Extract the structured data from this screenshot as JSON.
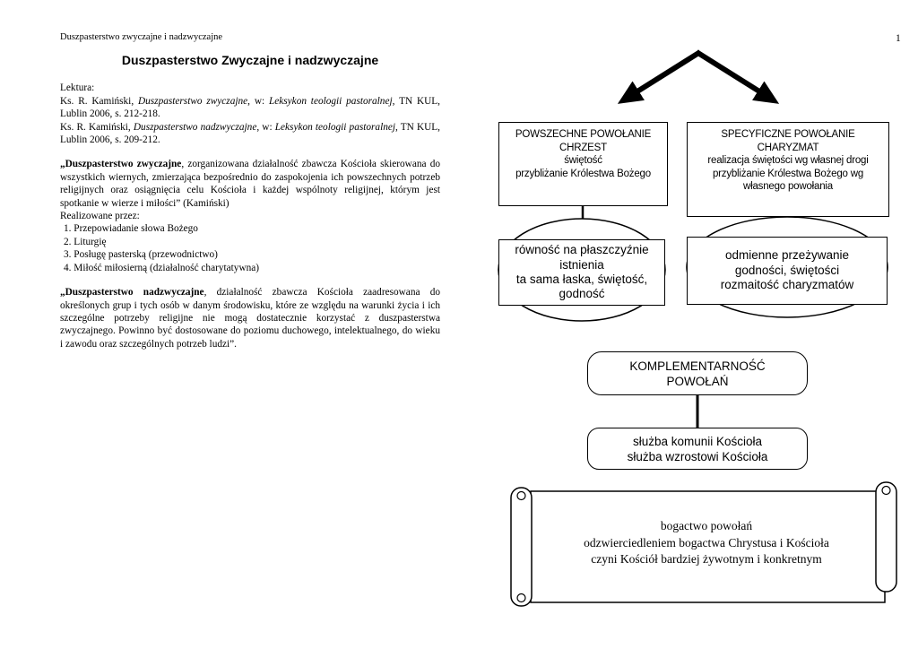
{
  "page": {
    "running_header": "Duszpasterstwo zwyczajne i nadzwyczajne",
    "page_number": "1"
  },
  "article": {
    "title": "Duszpasterstwo Zwyczajne i nadzwyczajne",
    "lektura_label": "Lektura:",
    "ref1": {
      "pre": "Ks. R. Kamiński, ",
      "title": "Duszpasterstwo zwyczajne",
      "mid": ", w: ",
      "book": "Leksykon teologii pastoralnej",
      "post": ", TN KUL, Lublin 2006, s. 212-218."
    },
    "ref2": {
      "pre": "Ks. R. Kamiński, ",
      "title": "Duszpasterstwo nadzwyczajne",
      "mid": ", w: ",
      "book": "Leksykon teologii pastoralnej",
      "post": ", TN KUL, Lublin 2006, s. 209-212."
    },
    "quote1": {
      "lead": "„Duszpasterstwo zwyczajne",
      "rest": ", zorganizowana działalność zbawcza Kościoła skierowana do wszystkich wiernych, zmierzająca bezpośrednio do zaspokojenia ich powszechnych potrzeb religijnych oraz osiągnięcia celu Kościoła i każdej wspólnoty religijnej, którym jest spotkanie w wierze i miłości” (Kamiński)"
    },
    "realizowane_label": "Realizowane przez:",
    "realizowane_items": [
      "1.  Przepowiadanie słowa Bożego",
      "2.  Liturgię",
      "3.  Posługę pasterską (przewodnictwo)",
      "4.  Miłość miłosierną (działalność charytatywna)"
    ],
    "quote2": {
      "lead": "„Duszpasterstwo nadzwyczajne",
      "rest": ", działalność zbawcza Kościoła zaadresowana do określonych grup i tych osób w danym środowisku, które ze względu na warunki życia i ich szczególne potrzeby religijne nie mogą dostatecznie korzystać z duszpasterstwa zwyczajnego. Powinno być dostosowane do poziomu duchowego, intelektualnego, do wieku i zawodu oraz szczególnych potrzeb ludzi”."
    }
  },
  "diagram": {
    "powszechne": [
      "POWSZECHNE POWOŁANIE",
      "CHRZEST",
      "świętość",
      "przybliżanie Królestwa Bożego"
    ],
    "specyficzne": [
      "SPECYFICZNE POWOŁANIE",
      "CHARYZMAT",
      "realizacja świętości wg własnej drogi",
      "przybliżanie Królestwa Bożego wg",
      "własnego powołania"
    ],
    "rownosc": [
      "równość na płaszczyźnie",
      "istnienia",
      "ta sama łaska, świętość,",
      "godność"
    ],
    "odmienne": [
      "odmienne przeżywanie",
      "godności, świętości",
      "rozmaitość charyzmatów"
    ],
    "komplementarnosc": [
      "KOMPLEMENTARNOŚĆ",
      "POWOŁAŃ"
    ],
    "sluzba": [
      "służba komunii Kościoła",
      "służba wzrostowi Kościoła"
    ],
    "scroll": [
      "bogactwo powołań",
      "odzwierciedleniem bogactwa Chrystusa i Kościoła",
      "czyni Kościół bardziej żywotnym i konkretnym"
    ]
  },
  "colors": {
    "ink": "#000000",
    "paper": "#ffffff"
  }
}
